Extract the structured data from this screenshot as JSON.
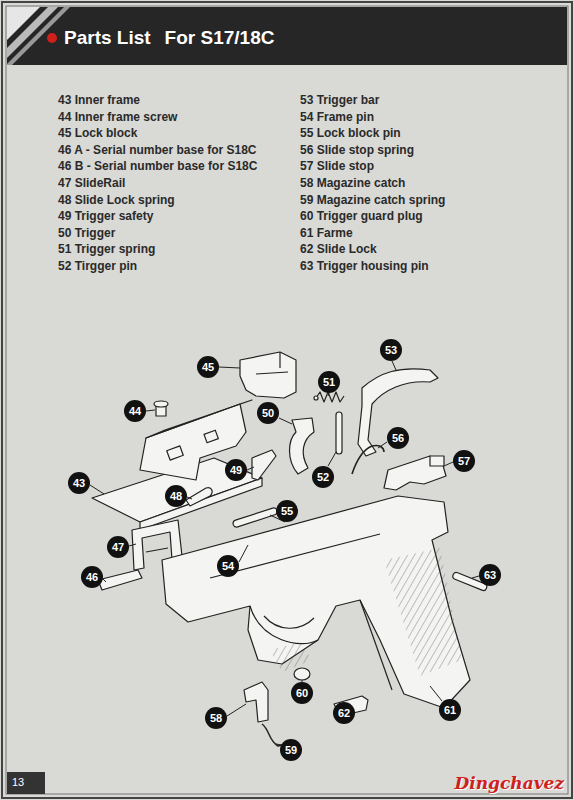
{
  "diagram": {
    "title": "Parts List",
    "nodes": [
      {
        "text": [
          "53"
        ]
      },
      {
        "text": [
          "45"
        ]
      },
      {
        "text": [
          "51"
        ]
      },
      {
        "text": [
          "44"
        ]
      },
      {
        "text": [
          "50"
        ]
      },
      {
        "text": [
          "56"
        ]
      },
      {
        "text": [
          "57"
        ]
      },
      {
        "text": [
          "49"
        ]
      },
      {
        "text": [
          "52"
        ]
      },
      {
        "text": [
          "43"
        ]
      },
      {
        "text": [
          "48"
        ]
      },
      {
        "text": [
          "55"
        ]
      },
      {
        "text": [
          "47"
        ]
      },
      {
        "text": [
          "54"
        ]
      },
      {
        "text": [
          "63"
        ]
      },
      {
        "text": [
          "46"
        ]
      },
      {
        "text": [
          "60"
        ]
      },
      {
        "text": [
          "61"
        ]
      },
      {
        "text": [
          "62"
        ]
      },
      {
        "text": [
          "58"
        ]
      },
      {
        "text": [
          "59"
        ]
      }
    ],
    "labels": [
      "For S17/18C",
      "43 Inner frame",
      "44 Inner frame screw",
      "45 Lock block",
      "46 A - Serial number base for S18C",
      "46 B - Serial number base for S18C",
      "47 SlideRail",
      "48 Slide Lock spring",
      "49 Trigger safety",
      "50 Trigger",
      "51 Trigger spring",
      "52 Tirgger pin",
      "53 Trigger bar",
      "54 Frame pin",
      "55 Lock block pin",
      "56 Slide stop spring",
      "57 Slide stop",
      "58 Magazine catch",
      "59 Magazine catch spring",
      "60 Trigger guard plug",
      "61 Farme",
      "62 Slide Lock",
      "63 Trigger housing pin",
      "13",
      "Dingchavez"
    ]
  }
}
